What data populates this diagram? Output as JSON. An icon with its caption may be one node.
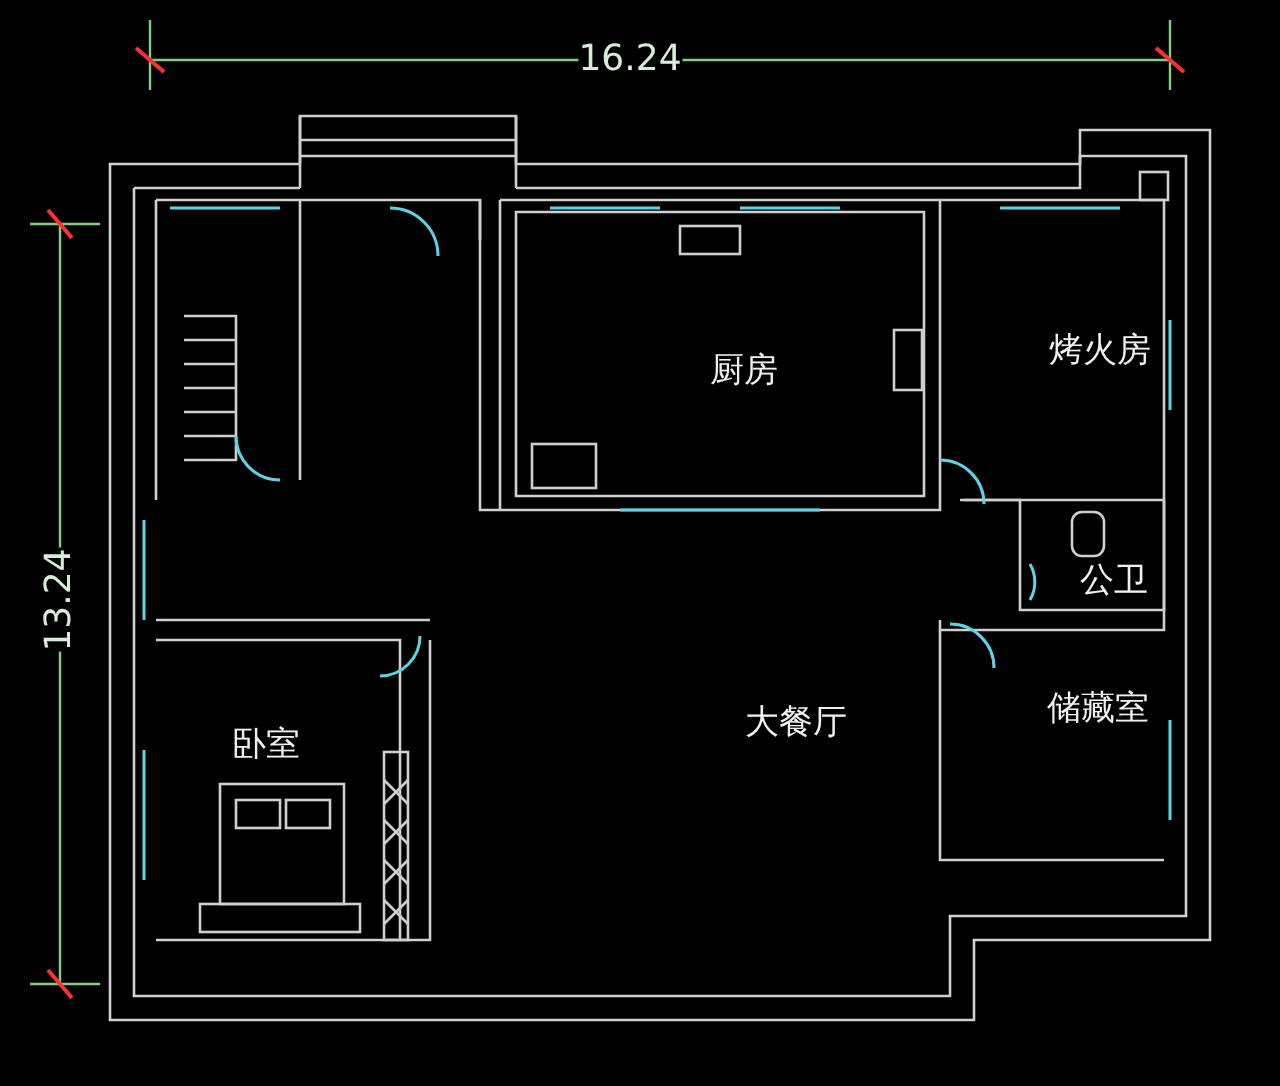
{
  "diagram": {
    "labels": [
      "16.24",
      "烤火房",
      "厨房",
      "公卫",
      "13.24",
      "储藏室",
      "大餐厅",
      "卧室"
    ]
  }
}
